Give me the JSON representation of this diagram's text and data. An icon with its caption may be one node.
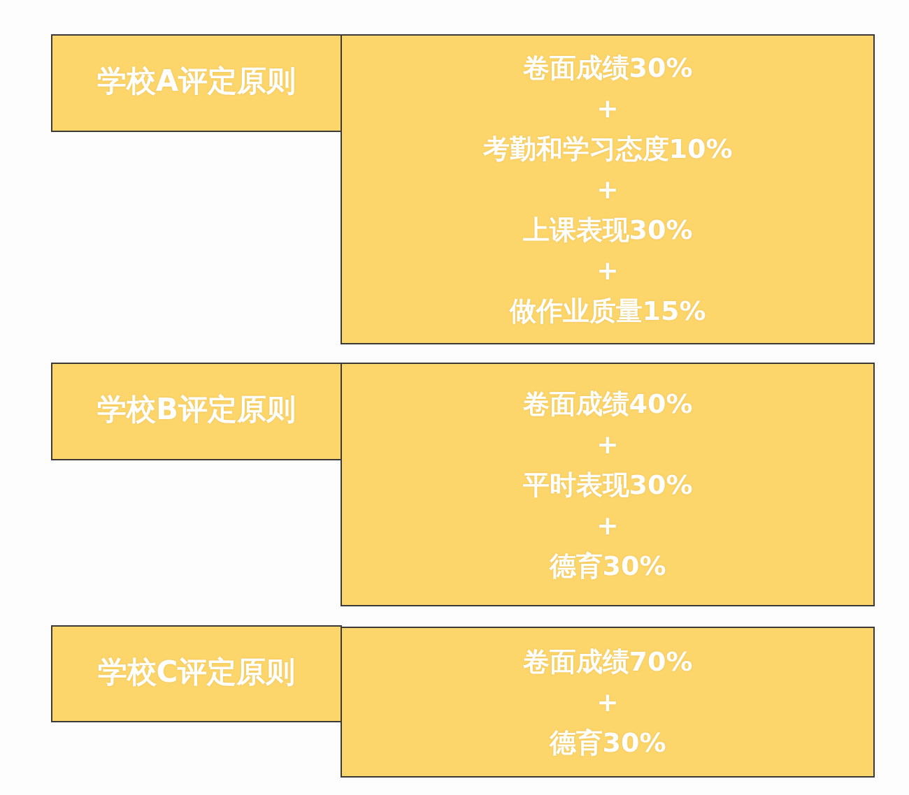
{
  "diagram": {
    "nodes": [
      {
        "text": [
          "学校A评定原则"
        ]
      },
      {
        "text": [
          "卷面成绩30%",
          "+",
          "考勤和学习态度10%",
          "+",
          "上课表现30%",
          "+",
          "做作业质量15%"
        ]
      },
      {
        "text": [
          "学校B评定原则"
        ]
      },
      {
        "text": [
          "卷面成绩40%",
          "+",
          "平时表现30%",
          "+",
          "德育30%"
        ]
      },
      {
        "text": [
          "学校C评定原则"
        ]
      },
      {
        "text": [
          "卷面成绩70%",
          "+",
          "德育30%"
        ]
      }
    ]
  }
}
